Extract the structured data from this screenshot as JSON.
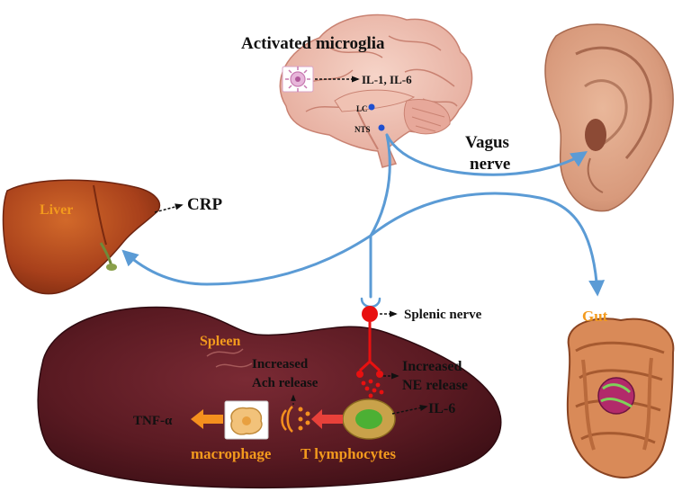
{
  "labels": {
    "brain_title": "Activated microglia",
    "cytokines_brain": "IL-1, IL-6",
    "lc": "LC",
    "nts": "NTS",
    "vagus_line1": "Vagus",
    "vagus_line2": "nerve",
    "liver": "Liver",
    "crp": "CRP",
    "splenic_nerve": "Splenic nerve",
    "spleen": "Spleen",
    "ach_line1": "Increased",
    "ach_line2": "Ach release",
    "ne_line1": "Increased",
    "ne_line2": "NE release",
    "il6": "IL-6",
    "tnf": "TNF-α",
    "macrophage": "macrophage",
    "t_lymph": "T lymphocytes",
    "gut": "Gut"
  },
  "colors": {
    "nerve_blue": "#5b9bd5",
    "nerve_red": "#e81010",
    "label_orange": "#f39a1d",
    "arrow_orange": "#f5901e",
    "arrow_red": "#e8413a"
  }
}
